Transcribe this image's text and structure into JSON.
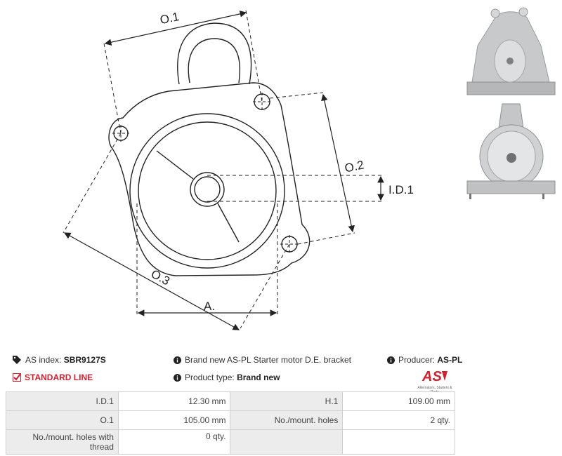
{
  "drawing": {
    "dim_o1": "O.1",
    "dim_o2": "O.2",
    "dim_o3": "O.3",
    "dim_id1": "I.D.1",
    "dim_a": "A."
  },
  "info": {
    "as_index_label": "AS index:",
    "as_index_value": "SBR9127S",
    "line_label": "STANDARD LINE",
    "description": "Brand new AS-PL Starter motor D.E. bracket",
    "product_type_label": "Product type:",
    "product_type_value": "Brand new",
    "producer_label": "Producer:",
    "producer_value": "AS-PL",
    "logo_text": "AS",
    "logo_subtext": "Alternators, Starters & Parts"
  },
  "colors": {
    "accent": "#d0202f",
    "table_label_bg": "#ececec",
    "table_border": "#cfcfcf"
  },
  "specs": [
    {
      "label1": "I.D.1",
      "value1": "12.30 mm",
      "label2": "H.1",
      "value2": "109.00 mm"
    },
    {
      "label1": "O.1",
      "value1": "105.00 mm",
      "label2": "No./mount. holes",
      "value2": "2 qty."
    },
    {
      "label1": "No./mount. holes with thread",
      "value1": "0 qty.",
      "label2": "",
      "value2": ""
    }
  ]
}
